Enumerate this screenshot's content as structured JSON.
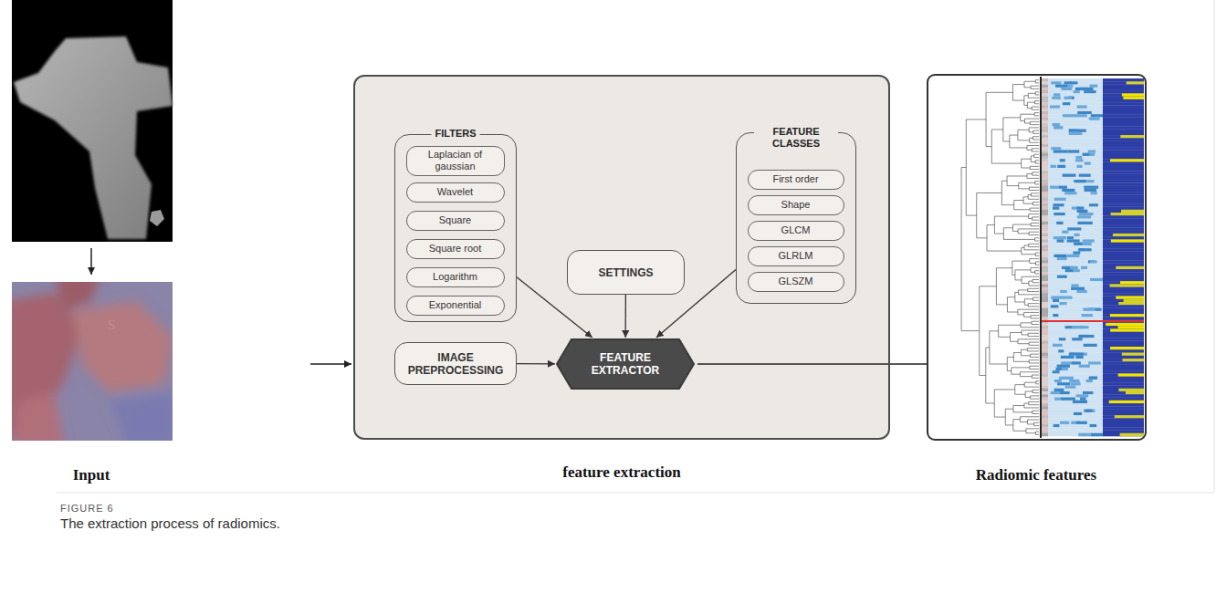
{
  "diagram": {
    "caption": "The extraction process of radiomics.",
    "nodes": [
      {
        "text": [
          "feature extraction"
        ]
      },
      {
        "text": [
          "FILTERS"
        ],
        "in": 0
      },
      {
        "text": [
          "Laplacian of gaussian"
        ],
        "in": 1
      },
      {
        "text": [
          "Wavelet"
        ],
        "in": 1
      },
      {
        "text": [
          "Square"
        ],
        "in": 1
      },
      {
        "text": [
          "Square root"
        ],
        "in": 1
      },
      {
        "text": [
          "Logarithm"
        ],
        "in": 1
      },
      {
        "text": [
          "Exponential"
        ],
        "in": 1
      },
      {
        "text": [
          "SETTINGS"
        ],
        "in": 0
      },
      {
        "text": [
          "FEATURE CLASSES"
        ],
        "in": 0
      },
      {
        "text": [
          "First order"
        ],
        "in": 9
      },
      {
        "text": [
          "Shape"
        ],
        "in": 9
      },
      {
        "text": [
          "GLCM"
        ],
        "in": 9
      },
      {
        "text": [
          "GLRLM"
        ],
        "in": 9
      },
      {
        "text": [
          "GLSZM"
        ],
        "in": 9
      },
      {
        "text": [
          "IMAGE PREPROCESSING"
        ],
        "in": 0
      },
      {
        "text": [
          "FEATURE EXTRACTOR"
        ],
        "in": 0
      }
    ],
    "edges": [
      {
        "from": 1,
        "to": 16,
        "arrow": "to"
      },
      {
        "from": 8,
        "to": 16,
        "arrow": "to"
      },
      {
        "from": 9,
        "to": 16,
        "arrow": "to"
      },
      {
        "from": 15,
        "to": 16,
        "arrow": "to"
      }
    ],
    "labels": [
      "S",
      "Input",
      "Radiomic features",
      "FIGURE 6"
    ]
  }
}
